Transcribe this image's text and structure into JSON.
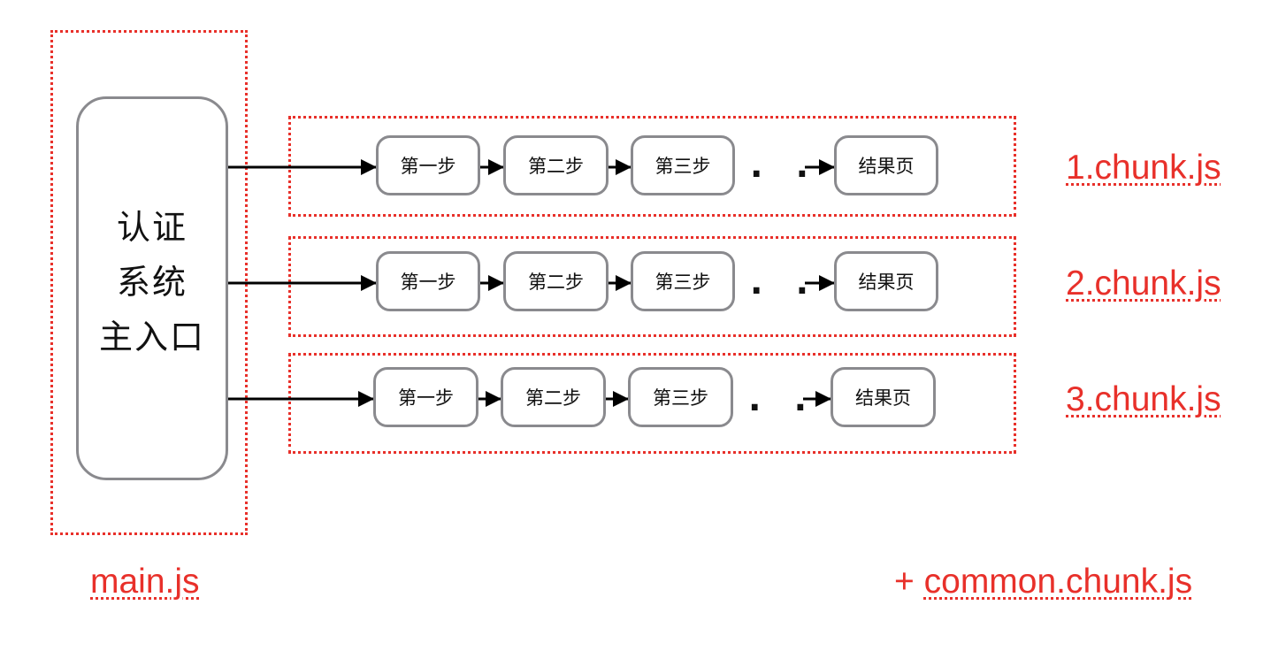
{
  "entry": {
    "text": "认证\n系统\n主入口"
  },
  "rows": [
    {
      "steps": [
        "第一步",
        "第二步",
        "第三步"
      ],
      "ellipsis": ". . .",
      "result": "结果页",
      "chunk": "1.chunk.js"
    },
    {
      "steps": [
        "第一步",
        "第二步",
        "第三步"
      ],
      "ellipsis": ". . .",
      "result": "结果页",
      "chunk": "2.chunk.js"
    },
    {
      "steps": [
        "第一步",
        "第二步",
        "第三步"
      ],
      "ellipsis": ". . .",
      "result": "结果页",
      "chunk": "3.chunk.js"
    }
  ],
  "main_label": "main.js",
  "common_label": {
    "plus": "+ ",
    "text": "common.chunk.js"
  },
  "colors": {
    "dotted": "#e8302a",
    "box_border": "#8a8a8e",
    "arrow": "#000000"
  }
}
